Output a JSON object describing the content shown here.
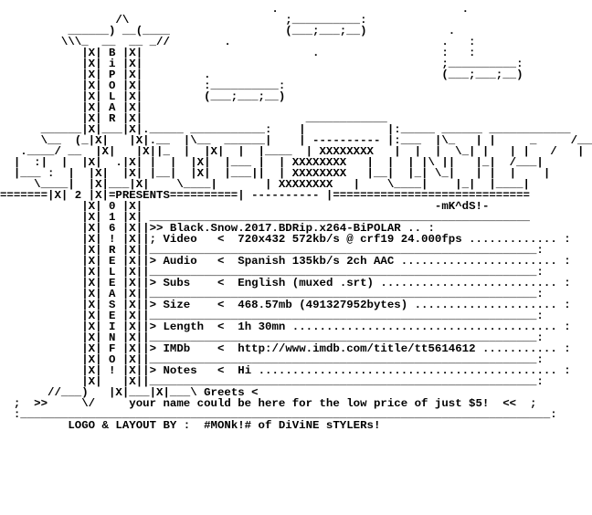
{
  "art": {
    "top": [
      "                                        .                           .",
      "                 /\\                       ;__________:",
      "          ______) __(____                 (___;___;__)            .",
      "         \\\\\\_  __  __ _//        .                               .   :",
      "            |X| B |X|                         .                  :   :",
      "            |X| i |X|                                            ;__________:",
      "            |X| P |X|         .                                  (___;___;__)",
      "            |X| O |X|         :__________:",
      "            |X| L |X|         (___;___;__)",
      "            |X| A |X|",
      "            |X| R |X|                        ____________",
      "      ______|X|___|X|._____ ___________:    |            |:_____ ______ ____________",
      "      \\__  (_|X|   |X|.__  |\\__  ______|    | ---------- |:___  |\\_   | |     _     /___",
      "   .____/ __  |X|   |X||_  |  |X|  |  |____  | XXXXXXXX   |  |  |  \\_| |   | |   /   |",
      "  |  :|  |  |X|  .|X| |  |  |X|  |___ |  | XXXXXXXX   |  |  | |\\ ||   |_|  /___|",
      "  |___ :  |  |X|  |X| |__|  |X|  |___||  | XXXXXXXX   |__|  |_| \\_|   | |  |    |",
      "     \\____|  |X|___|X|    \\____|       | XXXXXXXX   |    \\____|    |_|  |____|",
      "=======|X| 2 |X|=PRESENTS==========| ---------- |============================="
    ]
  },
  "release": {
    "title": "Black.Snow.2017.BDRip.x264-BiPOLAR",
    "signature": "-mK^dS!-"
  },
  "side_letters": [
    "0",
    "1",
    "6",
    "!",
    "R",
    "E",
    "L",
    "E",
    "A",
    "S",
    "E",
    "I",
    "N",
    "F",
    "O",
    "!"
  ],
  "fields": [
    {
      "label": "Video",
      "value": "720x432 572kb/s @ crf19 24.000fps"
    },
    {
      "label": "Audio",
      "value": "Spanish 135kb/s 2ch AAC"
    },
    {
      "label": "Subs",
      "value": "English (muxed .srt)"
    },
    {
      "label": "Size",
      "value": "468.57mb (491327952bytes)"
    },
    {
      "label": "Length",
      "value": "1h 30mn"
    },
    {
      "label": "IMDb",
      "value": "http://www.imdb.com/title/tt5614612"
    },
    {
      "label": "Notes",
      "value": "Hi"
    },
    {
      "label": "Greets",
      "value": ""
    }
  ],
  "footer": {
    "promo": "your name could be here for the low price of just $5!",
    "credit": "LOGO & LAYOUT BY :  #MONk!# of DiViNE sTYLERs!"
  }
}
